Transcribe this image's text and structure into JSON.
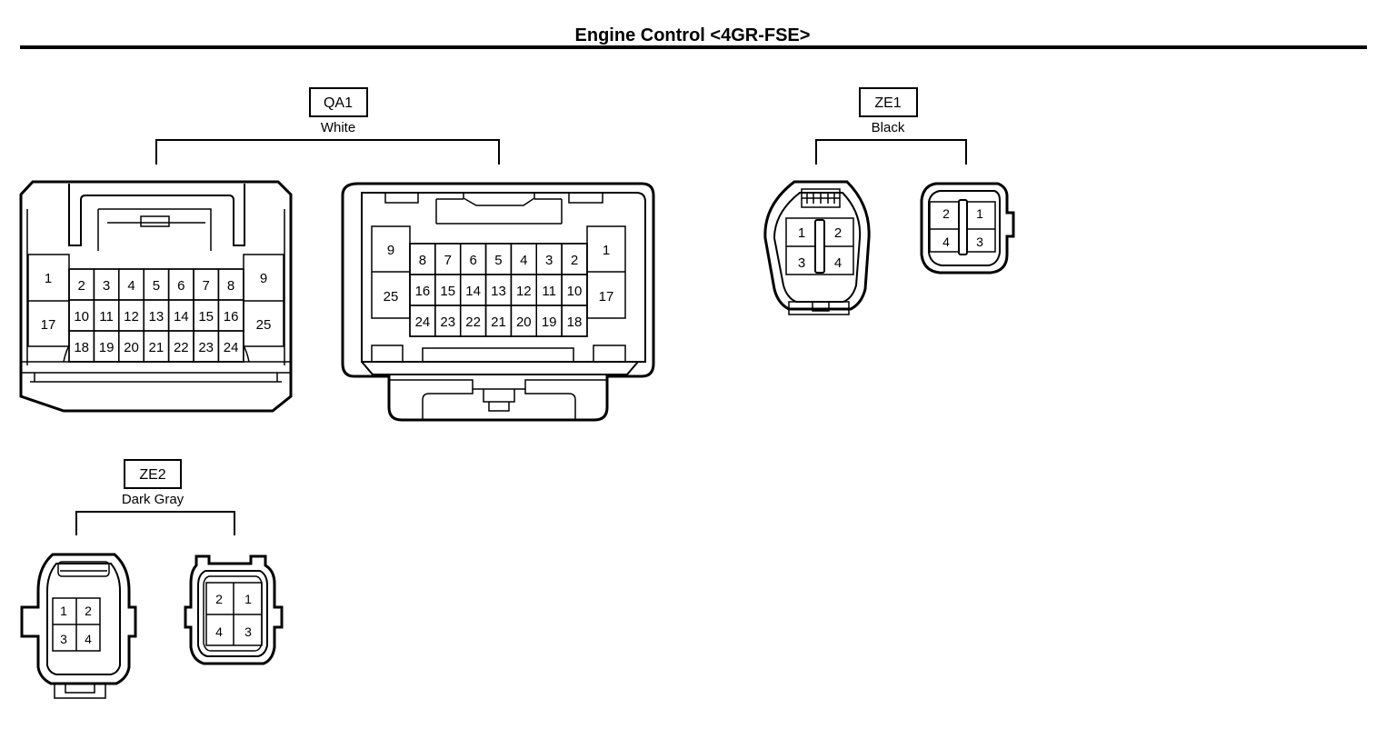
{
  "page": {
    "title": "Engine Control <4GR-FSE>"
  },
  "connectors": {
    "qa1": {
      "code": "QA1",
      "color": "White",
      "left_view": {
        "side_pins": [
          "1",
          "17",
          "9",
          "25"
        ],
        "rows": [
          [
            "2",
            "3",
            "4",
            "5",
            "6",
            "7",
            "8"
          ],
          [
            "10",
            "11",
            "12",
            "13",
            "14",
            "15",
            "16"
          ],
          [
            "18",
            "19",
            "20",
            "21",
            "22",
            "23",
            "24"
          ]
        ]
      },
      "right_view": {
        "side_pins": [
          "9",
          "25",
          "1",
          "17"
        ],
        "rows": [
          [
            "8",
            "7",
            "6",
            "5",
            "4",
            "3",
            "2"
          ],
          [
            "16",
            "15",
            "14",
            "13",
            "12",
            "11",
            "10"
          ],
          [
            "24",
            "23",
            "22",
            "21",
            "20",
            "19",
            "18"
          ]
        ]
      }
    },
    "ze1": {
      "code": "ZE1",
      "color": "Black",
      "left_view": {
        "pins": [
          "1",
          "2",
          "3",
          "4"
        ]
      },
      "right_view": {
        "pins": [
          "2",
          "1",
          "4",
          "3"
        ]
      }
    },
    "ze2": {
      "code": "ZE2",
      "color": "Dark Gray",
      "left_view": {
        "pins": [
          "1",
          "2",
          "3",
          "4"
        ]
      },
      "right_view": {
        "pins": [
          "2",
          "1",
          "4",
          "3"
        ]
      }
    }
  }
}
